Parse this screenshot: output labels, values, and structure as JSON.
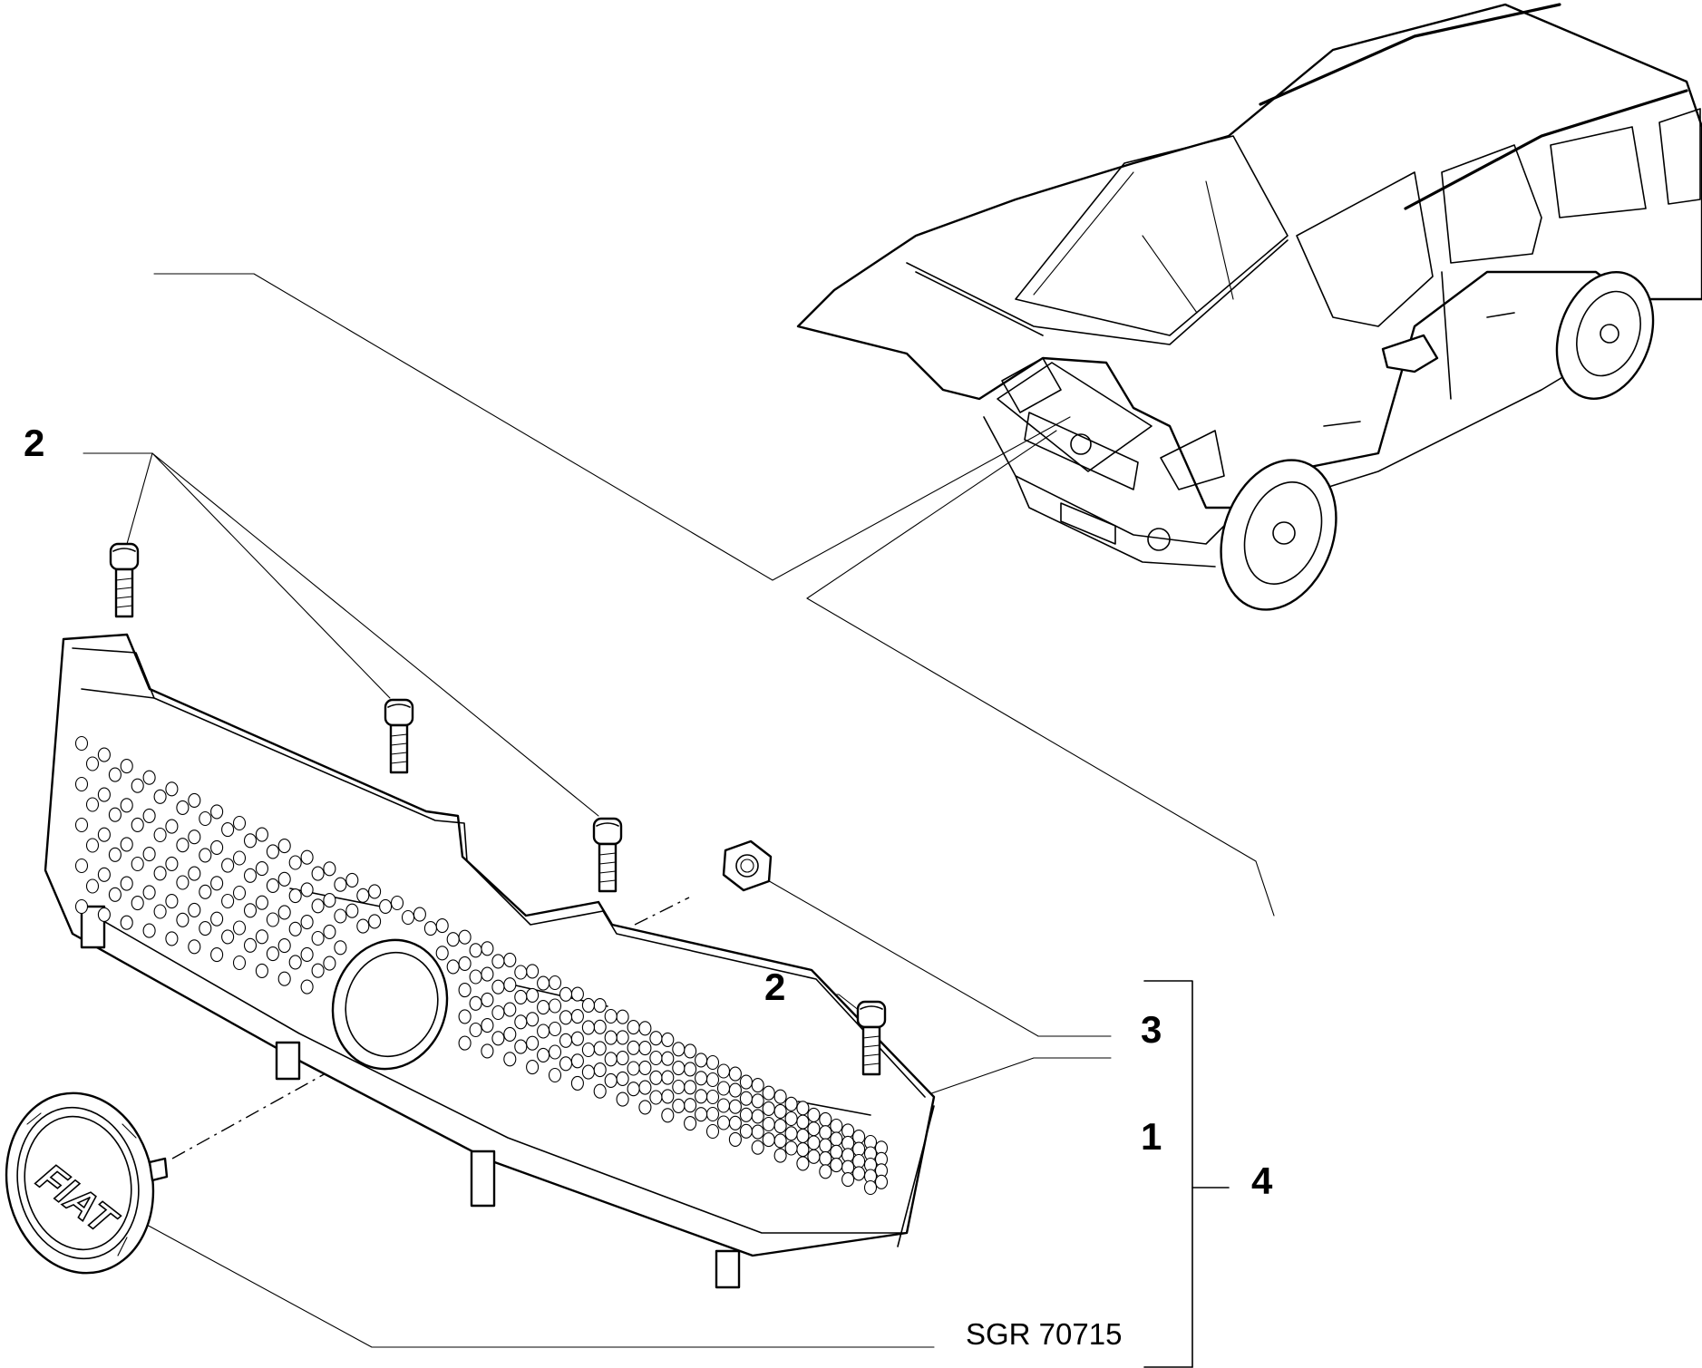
{
  "diagram": {
    "callouts": {
      "bolt_top": "2",
      "bolt_mid": "2",
      "nut": "3",
      "grille": "1",
      "assembly": "4"
    },
    "drawing_code": "SGR 70715",
    "badge_text": "FIAT",
    "parts_icons": [
      "car-icon",
      "grille-icon",
      "bolt-icon",
      "nut-icon",
      "badge-icon"
    ]
  }
}
